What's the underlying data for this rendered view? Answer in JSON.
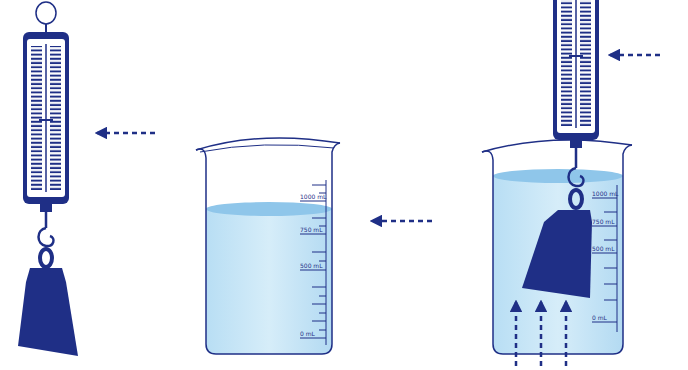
{
  "diagram": {
    "labels": [
      "1000 mL",
      "750 mL",
      "500 mL",
      "0 mL",
      "1000 mL",
      "750 mL",
      "500 mL",
      "0 mL"
    ]
  }
}
